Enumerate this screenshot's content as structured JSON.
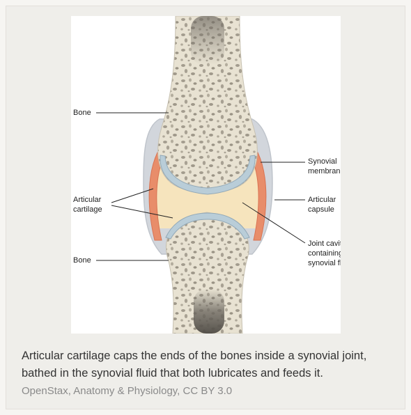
{
  "figure": {
    "labels": {
      "bone_top": "Bone",
      "articular_cartilage_1": "Articular",
      "articular_cartilage_2": "cartilage",
      "bone_bottom": "Bone",
      "synovial_membrane_1": "Synovial",
      "synovial_membrane_2": "membrane",
      "articular_capsule_1": "Articular",
      "articular_capsule_2": "capsule",
      "joint_cavity_1": "Joint cavity",
      "joint_cavity_2": "containing",
      "joint_cavity_3": "synovial fluid"
    }
  },
  "caption": {
    "text_line_1": "Articular cartilage caps the ends of the bones inside a synovial joint,",
    "text_line_2": "bathed in the synovial fluid that both lubricates and feeds it.",
    "credit": "OpenStax, Anatomy & Physiology, CC BY 3.0"
  },
  "colors": {
    "bone": "#e9e4d4",
    "bone_pores": "#9a9488",
    "cartilage": "#b9cdd8",
    "synovial_fluid": "#f6e4bd",
    "synovial_membrane": "#e88d6a",
    "capsule": "#d2d6dc"
  }
}
